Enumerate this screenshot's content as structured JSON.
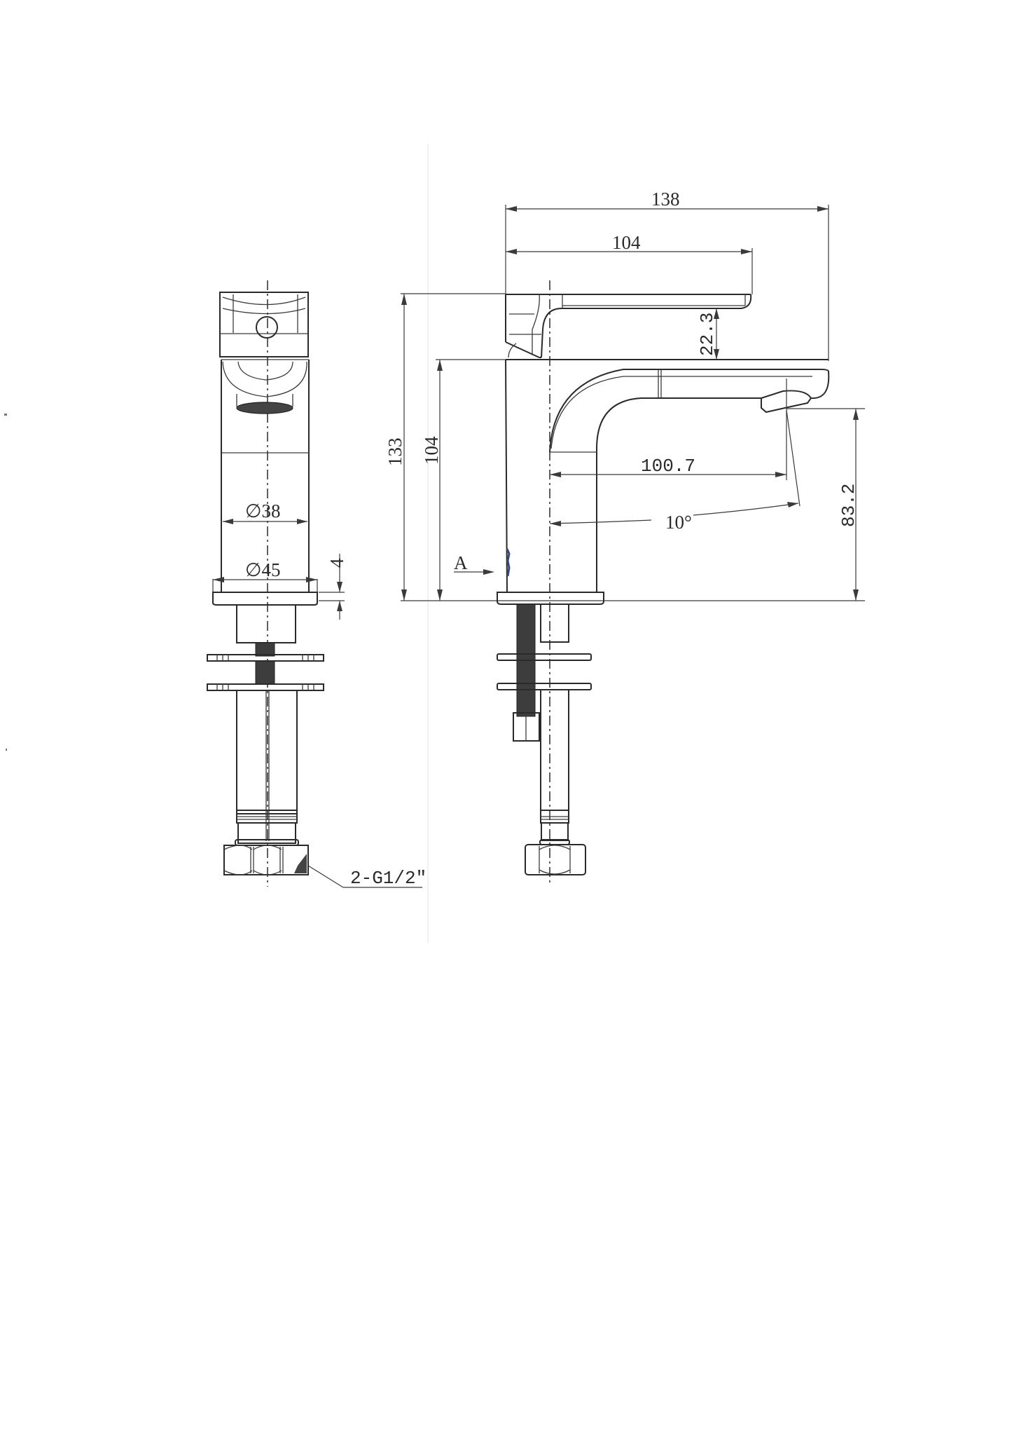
{
  "drawing": {
    "subject": "Single-lever basin mixer faucet — technical dimension drawing",
    "units": "mm",
    "line_color": "#2a2a2a",
    "background_color": "#ffffff",
    "front_view": {
      "labels": {
        "body_diameter": "∅38",
        "base_diameter": "∅45",
        "base_thickness": "4",
        "connection_thread": "2-G1/2\""
      }
    },
    "side_view": {
      "labels": {
        "overall_length": "138",
        "lever_length": "104",
        "lever_gap": "22.3",
        "overall_height": "133",
        "body_height": "104",
        "spout_reach": "100.7",
        "spout_angle": "10°",
        "outlet_height": "83.2",
        "view_marker": "A"
      }
    }
  }
}
